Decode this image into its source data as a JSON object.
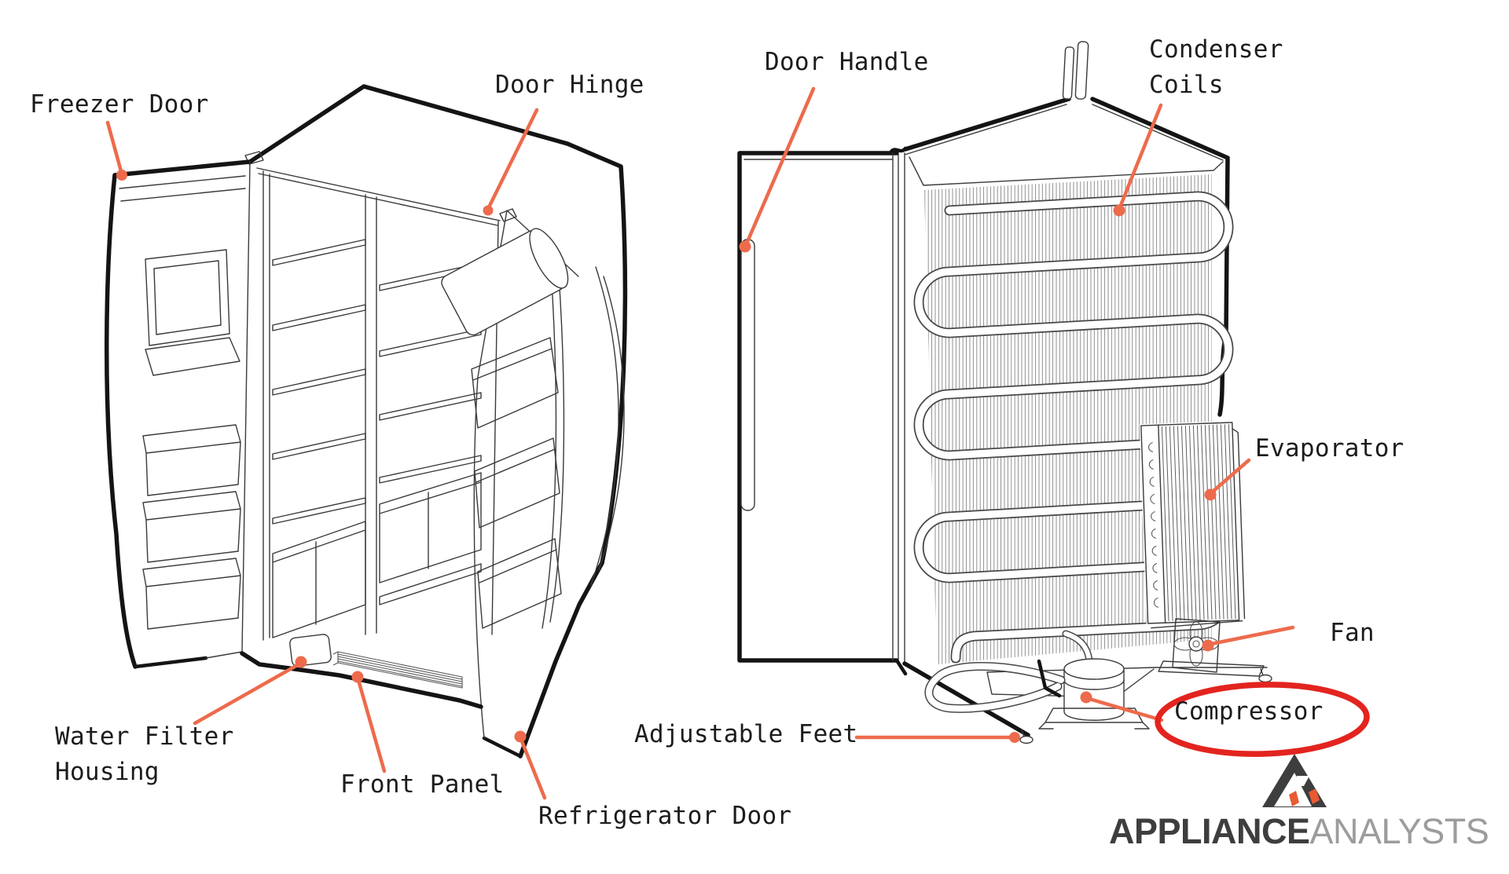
{
  "diagram": {
    "subject": "refrigerator-parts-diagram",
    "views": [
      "front-open",
      "rear"
    ],
    "labels": {
      "freezer_door": "Freezer Door",
      "door_hinge": "Door Hinge",
      "door_handle": "Door Handle",
      "condenser_coils": "Condenser\nCoils",
      "evaporator": "Evaporator",
      "fan": "Fan",
      "compressor": "Compressor",
      "adjustable_feet": "Adjustable Feet",
      "water_filter_housing": "Water Filter\nHousing",
      "front_panel": "Front Panel",
      "refrigerator_door": "Refrigerator Door"
    },
    "highlight": {
      "circled_label": "Compressor",
      "ring_color": "#E3241F"
    },
    "colors": {
      "leader": "#ED6B4C",
      "ink": "#1c1c1c",
      "line_art": "#141414",
      "logo_dark": "#3E3E3E",
      "logo_gray": "#9C9C9C",
      "logo_accent": "#E85B33"
    },
    "logo": {
      "brand_bold": "APPLIANCE",
      "brand_light": "ANALYSTS"
    }
  }
}
